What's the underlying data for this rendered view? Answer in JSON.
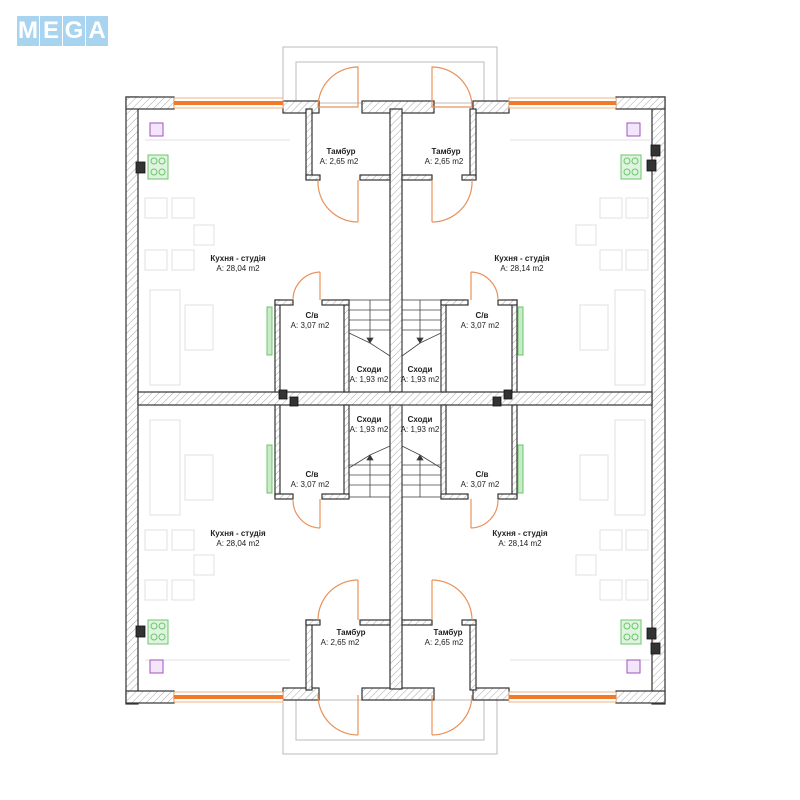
{
  "logo": {
    "letters": [
      "M",
      "E",
      "G",
      "A"
    ],
    "color": "#a8d4ef"
  },
  "plan": {
    "colors": {
      "wall_outline": "#333333",
      "hatch": "#999999",
      "door_swing": "#e8925a",
      "window": "#f07a2a",
      "radiator": "#6cc46c",
      "boiler": "#a050c0",
      "furniture": "#dddddd"
    },
    "rooms": [
      {
        "id": "tambur-top-left",
        "name": "Тамбур",
        "area": "A: 2,65 m2"
      },
      {
        "id": "tambur-top-right",
        "name": "Тамбур",
        "area": "A: 2,65 m2"
      },
      {
        "id": "kitchen-top-left",
        "name": "Кухня - студія",
        "area": "A: 28,04 m2"
      },
      {
        "id": "kitchen-top-right",
        "name": "Кухня - студія",
        "area": "A: 28,14 m2"
      },
      {
        "id": "wc-top-left",
        "name": "С/в",
        "area": "A: 3,07 m2"
      },
      {
        "id": "wc-top-right",
        "name": "С/в",
        "area": "A: 3,07 m2"
      },
      {
        "id": "stairs-top-left",
        "name": "Сходи",
        "area": "A: 1,93 m2"
      },
      {
        "id": "stairs-top-right",
        "name": "Сходи",
        "area": "A: 1,93 m2"
      },
      {
        "id": "stairs-bottom-left",
        "name": "Сходи",
        "area": "A: 1,93 m2"
      },
      {
        "id": "stairs-bottom-right",
        "name": "Сходи",
        "area": "A: 1,93 m2"
      },
      {
        "id": "wc-bottom-left",
        "name": "С/в",
        "area": "A: 3,07 m2"
      },
      {
        "id": "wc-bottom-right",
        "name": "С/в",
        "area": "A: 3,07 m2"
      },
      {
        "id": "kitchen-bottom-left",
        "name": "Кухня - студія",
        "area": "A: 28,04 m2"
      },
      {
        "id": "kitchen-bottom-right",
        "name": "Кухня - студія",
        "area": "A: 28,14 m2"
      },
      {
        "id": "tambur-bottom-left",
        "name": "Тамбур",
        "area": "A: 2,65 m2"
      },
      {
        "id": "tambur-bottom-right",
        "name": "Тамбур",
        "area": "A: 2,65 m2"
      }
    ]
  }
}
